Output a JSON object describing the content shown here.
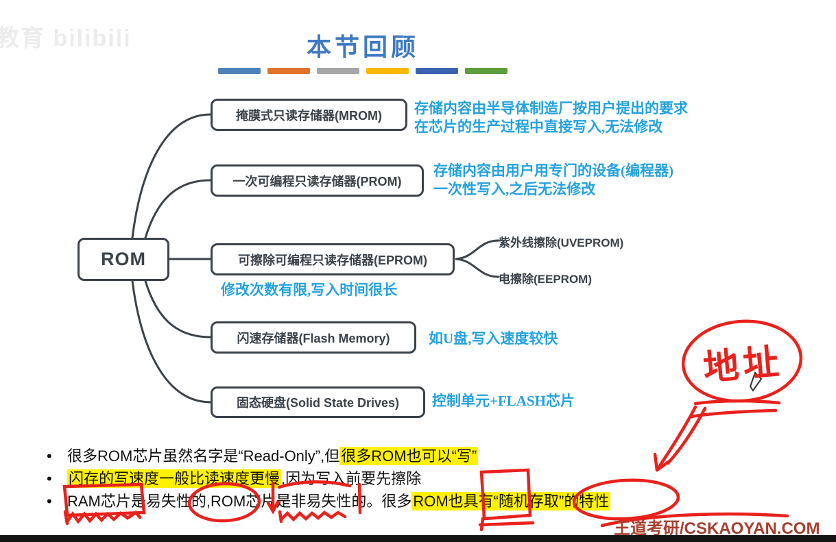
{
  "watermark": {
    "top_left": "教育 bilibili"
  },
  "header": {
    "title": "本节回顾",
    "bar_colors": [
      "#4f81bb",
      "#e3722d",
      "#a6a6a6",
      "#fbb900",
      "#3b63b0",
      "#5f9e3d"
    ]
  },
  "mindmap": {
    "root_label": "ROM",
    "branches": [
      {
        "label": "掩膜式只读存储器(MROM)",
        "note_line1": "存储内容由半导体制造厂按用户提出的要求",
        "note_line2": "在芯片的生产过程中直接写入,无法修改"
      },
      {
        "label": "一次可编程只读存储器(PROM)",
        "note_line1": "存储内容由用户用专门的设备(编程器)",
        "note_line2": "一次性写入,之后无法修改"
      },
      {
        "label": "可擦除可编程只读存储器(EPROM)",
        "note_below": "修改次数有限,写入时间很长",
        "children": [
          "紫外线擦除(UVEPROM)",
          "电擦除(EEPROM)"
        ]
      },
      {
        "label": "闪速存储器(Flash Memory)",
        "note_line1": "如U盘,写入速度较快"
      },
      {
        "label": "固态硬盘(Solid State Drives)",
        "note_line1": "控制单元+FLASH芯片"
      }
    ]
  },
  "bullets": [
    {
      "pre": "很多ROM芯片虽然名字是“Read-Only”,但",
      "highlight": "很多ROM也可以“写”",
      "post": ""
    },
    {
      "pre": "",
      "highlight": "闪存的写速度一般比读速度更慢",
      "post": ",因为写入前要先擦除"
    },
    {
      "pre": "RAM芯片是易失性的,ROM芯片是非易失性的。很多",
      "highlight": "ROM也具有“随机存取”的特性",
      "post": ""
    }
  ],
  "annotations": {
    "handwritten_text": "地址"
  },
  "footer": {
    "watermark": "王道考研/CSKAOYAN.COM"
  },
  "colors": {
    "note_blue": "#23a2de",
    "title_blue": "#3d7ac1",
    "ink": "#3b4249",
    "highlight_yellow": "#fff100",
    "annotation_red": "#e9211c",
    "footer_red": "#a73e2e"
  }
}
